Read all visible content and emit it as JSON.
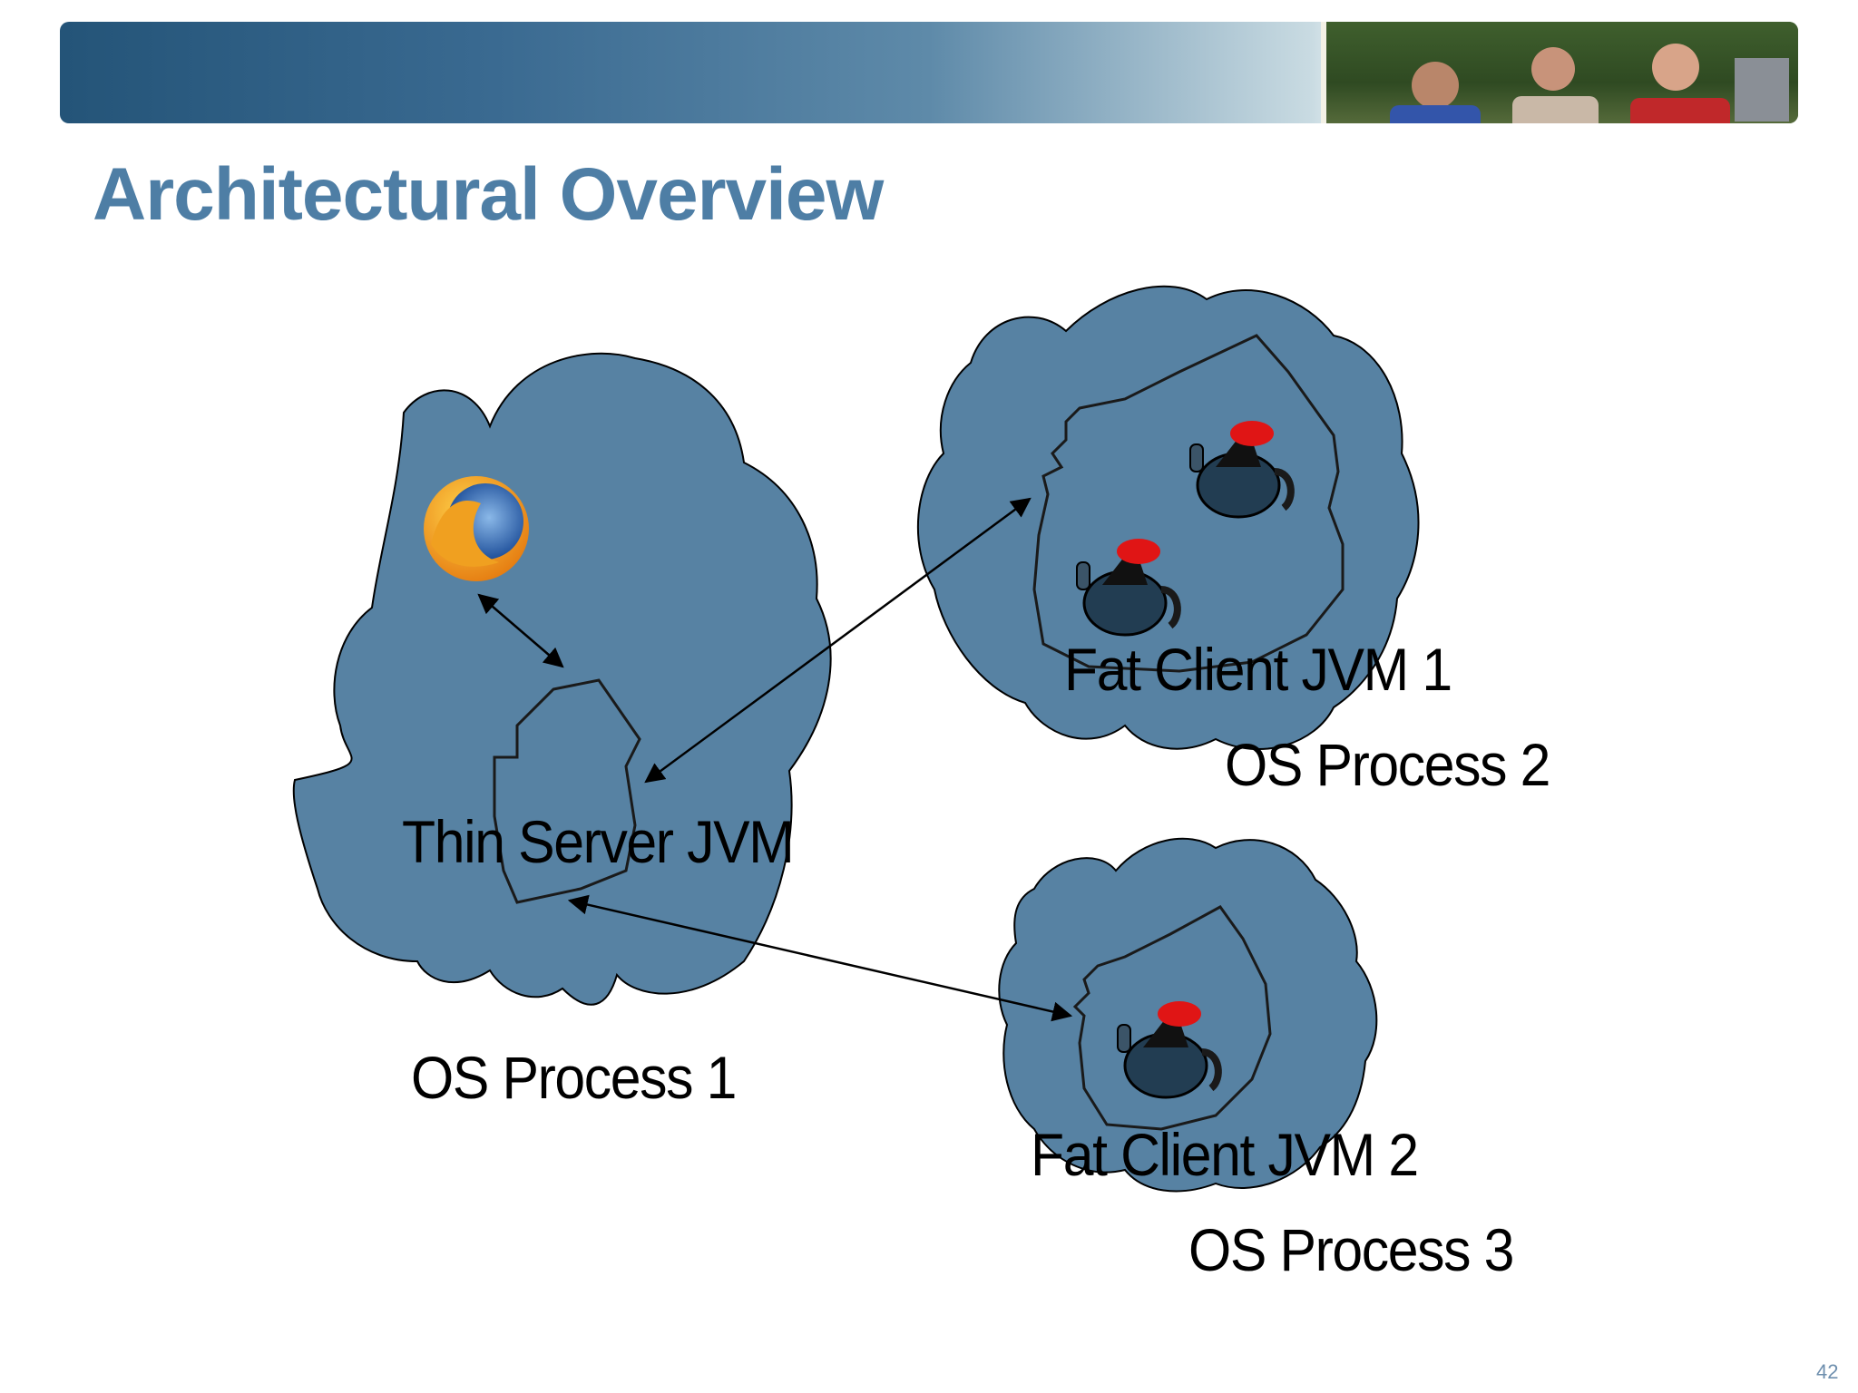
{
  "slide": {
    "title": "Architectural Overview",
    "page_number": "42"
  },
  "diagram": {
    "labels": {
      "os_process_1": "OS Process 1",
      "os_process_2": "OS Process 2",
      "os_process_3": "OS Process 3",
      "thin_server_jvm": "Thin Server JVM",
      "fat_client_jvm_1": "Fat Client JVM 1",
      "fat_client_jvm_2": "Fat Client JVM 2"
    },
    "colors": {
      "cloud_fill": "#5782a3",
      "title": "#4e7ea5"
    },
    "icons": [
      "firefox-browser-icon",
      "java-duke-icon"
    ]
  }
}
